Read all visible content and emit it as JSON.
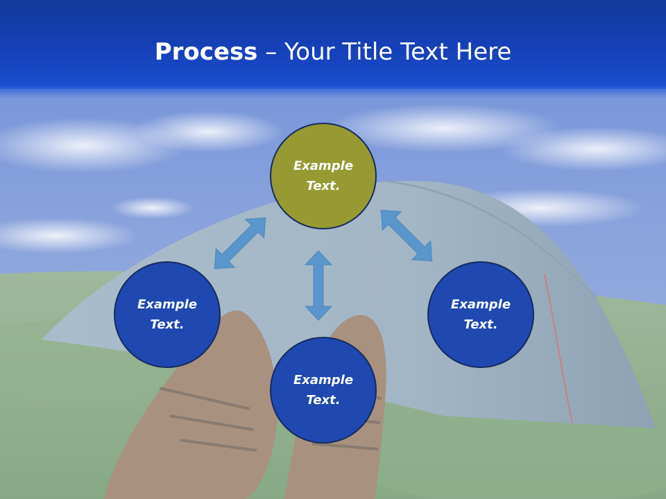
{
  "slide": {
    "title_bold": "Process",
    "title_rest": " – Your Title Text Here"
  },
  "nodes": [
    {
      "line1": "Example",
      "line2": "Text.",
      "color": "#979a33"
    },
    {
      "line1": "Example",
      "line2": "Text.",
      "color": "#1f48b0"
    },
    {
      "line1": "Example",
      "line2": "Text.",
      "color": "#1f48b0"
    },
    {
      "line1": "Example",
      "line2": "Text.",
      "color": "#1f48b0"
    }
  ],
  "colors": {
    "title_bar": "#1640b8",
    "arrow": "#5a96cc",
    "node_border": "#162a5e"
  }
}
